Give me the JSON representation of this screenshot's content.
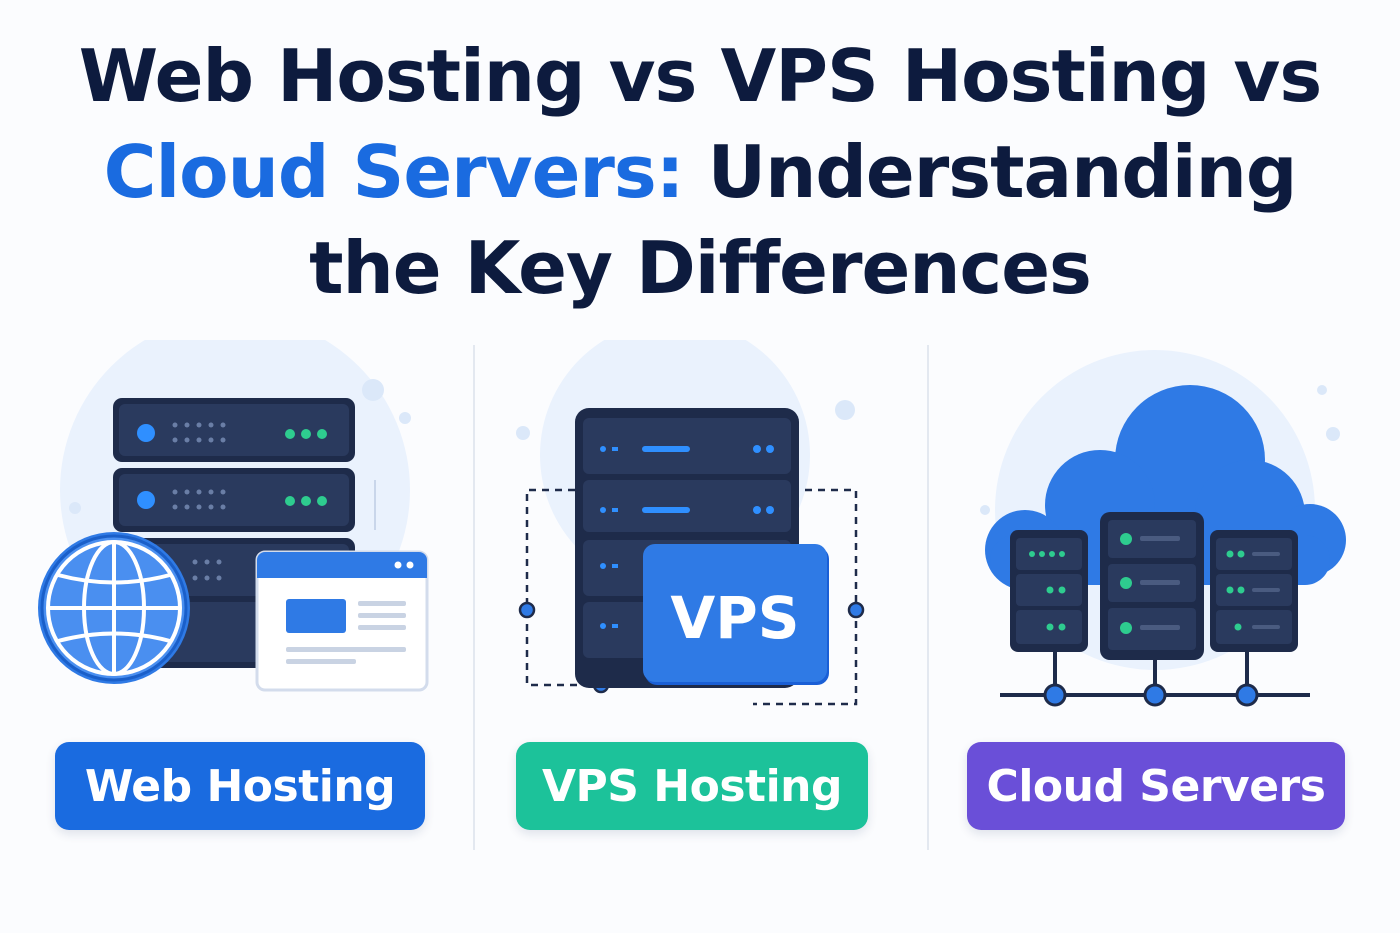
{
  "title": {
    "line1": "Web Hosting vs VPS Hosting vs",
    "line2_accent": "Cloud Servers:",
    "line2_rest": " Understanding",
    "line3": "the Key Differences"
  },
  "panels": [
    {
      "label": "Web Hosting",
      "color": "#1a6be0",
      "icon": "server-stack-globe-browser-icon"
    },
    {
      "label": "VPS Hosting",
      "color": "#1cc29a",
      "icon": "vps-server-icon",
      "badge": "VPS"
    },
    {
      "label": "Cloud Servers",
      "color": "#6a4fd8",
      "icon": "cloud-servers-icon"
    }
  ],
  "colors": {
    "title": "#0d1b3e",
    "accent": "#1a6be0",
    "server_dark": "#1e2b4a",
    "led_green": "#2ecc8f",
    "led_blue": "#2f8fff"
  }
}
